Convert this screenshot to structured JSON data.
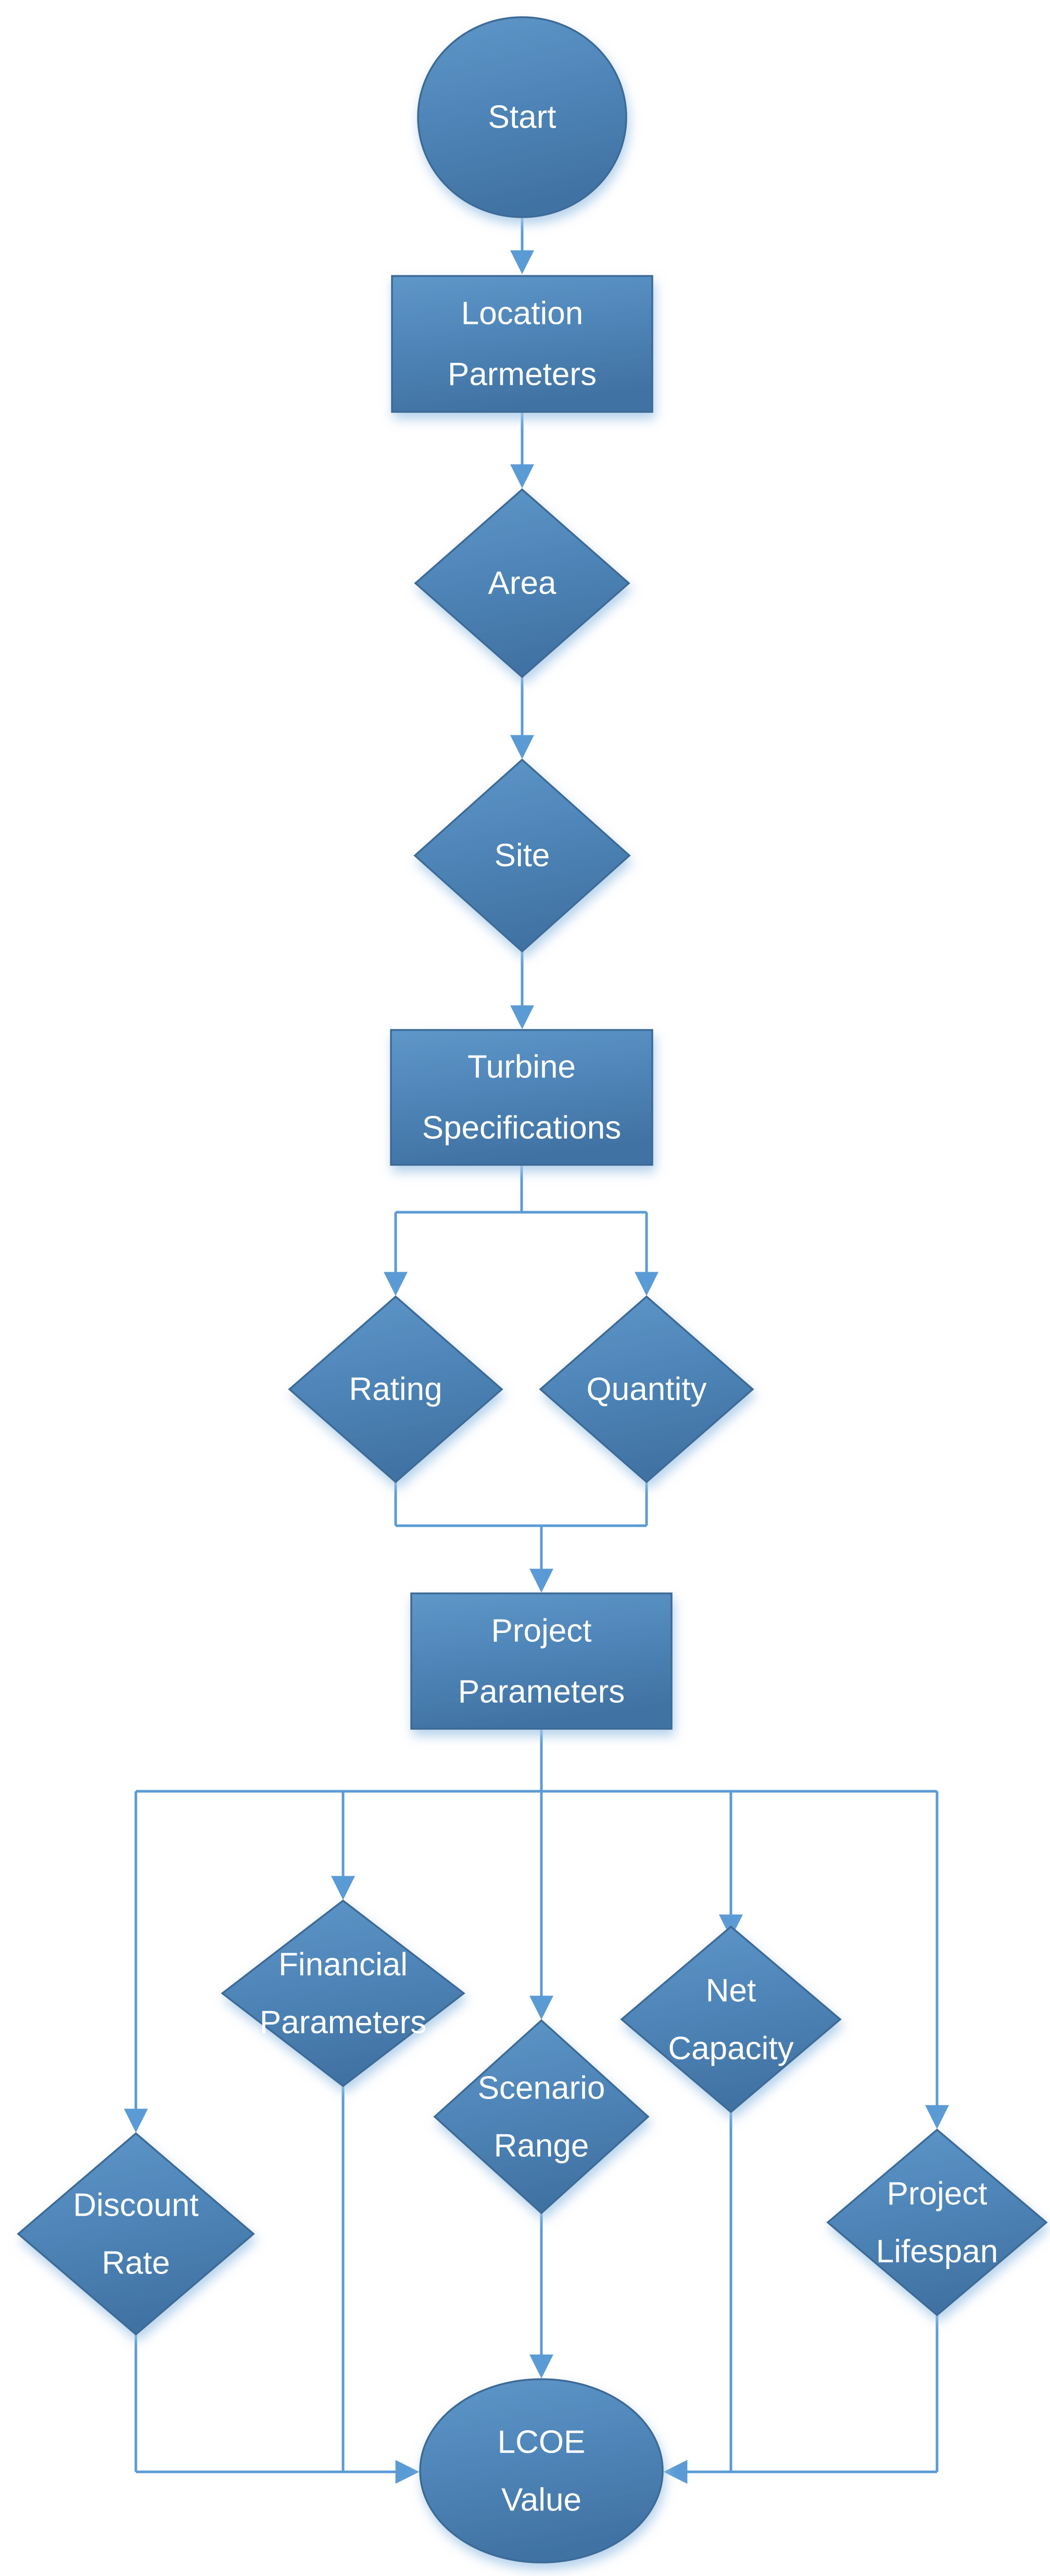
{
  "diagram": {
    "type": "flowchart",
    "description": "LCOE wind project evaluation flowchart",
    "colors": {
      "connector": "#5b9bd5",
      "node_border": "#3c6a96",
      "node_fill_top": "#5e97c9",
      "node_fill_mid": "#4f85b8",
      "node_fill_bottom": "#4173a4",
      "text_color": "#ffffff",
      "background": "#ffffff",
      "shadow": "#a7c9e8"
    },
    "nodes": {
      "start": {
        "shape": "ellipse",
        "label": "Start"
      },
      "location_parameters": {
        "shape": "rectangle",
        "line1": "Location",
        "line2": "Parmeters"
      },
      "area": {
        "shape": "diamond",
        "label": "Area"
      },
      "site": {
        "shape": "diamond",
        "label": "Site"
      },
      "turbine_specifications": {
        "shape": "rectangle",
        "line1": "Turbine",
        "line2": "Specifications"
      },
      "rating": {
        "shape": "diamond",
        "label": "Rating"
      },
      "quantity": {
        "shape": "diamond",
        "label": "Quantity"
      },
      "project_parameters": {
        "shape": "rectangle",
        "line1": "Project",
        "line2": "Parameters"
      },
      "financial_parameters": {
        "shape": "diamond",
        "line1": "Financial",
        "line2": "Parameters"
      },
      "net_capacity": {
        "shape": "diamond",
        "line1": "Net",
        "line2": "Capacity"
      },
      "scenario_range": {
        "shape": "diamond",
        "line1": "Scenario",
        "line2": "Range"
      },
      "discount_rate": {
        "shape": "diamond",
        "line1": "Discount",
        "line2": "Rate"
      },
      "project_lifespan": {
        "shape": "diamond",
        "line1": "Project",
        "line2": "Lifespan"
      },
      "lcoe_value": {
        "shape": "ellipse",
        "line1": "LCOE",
        "line2": "Value"
      }
    },
    "edges": [
      "start -> location_parameters",
      "location_parameters -> area",
      "area -> site",
      "site -> turbine_specifications",
      "turbine_specifications -> rating",
      "turbine_specifications -> quantity",
      "rating -> project_parameters",
      "quantity -> project_parameters",
      "project_parameters -> discount_rate",
      "project_parameters -> financial_parameters",
      "project_parameters -> scenario_range",
      "project_parameters -> net_capacity",
      "project_parameters -> project_lifespan",
      "discount_rate -> lcoe_value",
      "financial_parameters -> lcoe_value",
      "scenario_range -> lcoe_value",
      "net_capacity -> lcoe_value",
      "project_lifespan -> lcoe_value"
    ]
  }
}
